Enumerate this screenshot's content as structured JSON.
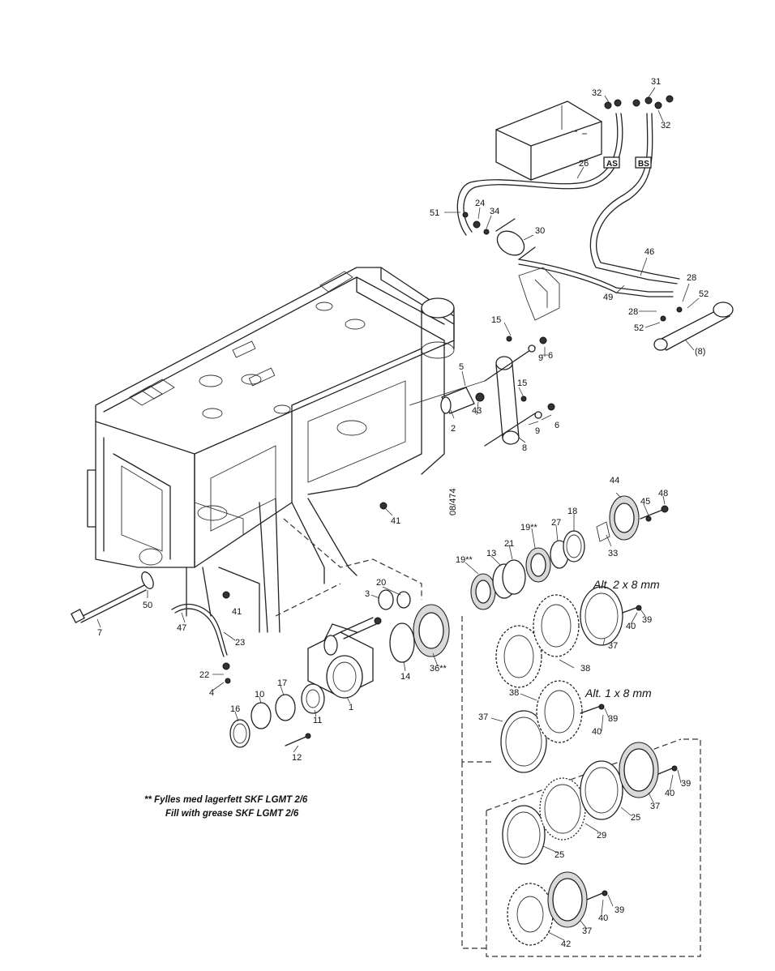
{
  "callouts": {
    "c31": "31",
    "c32a": "32",
    "c32b": "32",
    "c26": "26",
    "c51": "51",
    "c24": "24",
    "c34": "34",
    "c30": "30",
    "c46": "46",
    "c49": "49",
    "c28a": "28",
    "c28b": "28",
    "c52a": "52",
    "c52b": "52",
    "c8p": "(8)",
    "c15a": "15",
    "c15b": "15",
    "c9a": "9",
    "c9b": "9",
    "c6a": "6",
    "c6b": "6",
    "c5": "5",
    "c2": "2",
    "c43": "43",
    "c8": "8",
    "c41a": "41",
    "c41b": "41",
    "c50": "50",
    "c7": "7",
    "c47": "47",
    "c23": "23",
    "c22": "22",
    "c4": "4",
    "c16": "16",
    "c10": "10",
    "c17": "17",
    "c11": "11",
    "c1": "1",
    "c12": "12",
    "c3": "3",
    "c20": "20",
    "c14": "14",
    "c36": "36**",
    "c19a": "19**",
    "c13": "13",
    "c21": "21",
    "c19b": "19**",
    "c27": "27",
    "c18": "18",
    "c44": "44",
    "c45": "45",
    "c48": "48",
    "c33": "33",
    "c37a": "37",
    "c38a": "38",
    "c40a": "40",
    "c39a": "39",
    "c38b": "38",
    "c37b": "37",
    "c40b": "40",
    "c39b": "39",
    "c40c": "40",
    "c39c": "39",
    "c37c": "37",
    "c25a": "25",
    "c29": "29",
    "c25b": "25",
    "c40d": "40",
    "c39d": "39",
    "c37d": "37",
    "c42": "42"
  },
  "boxed_labels": {
    "as": "AS",
    "bs": "BS"
  },
  "rotated_label": "08/474",
  "alt_labels": {
    "alt2": "Alt. 2 x 8 mm",
    "alt1": "Alt. 1 x 8 mm"
  },
  "notes": {
    "line1": "** Fylles med lagerfett SKF LGMT 2/6",
    "line2": "Fill with grease SKF LGMT 2/6"
  }
}
